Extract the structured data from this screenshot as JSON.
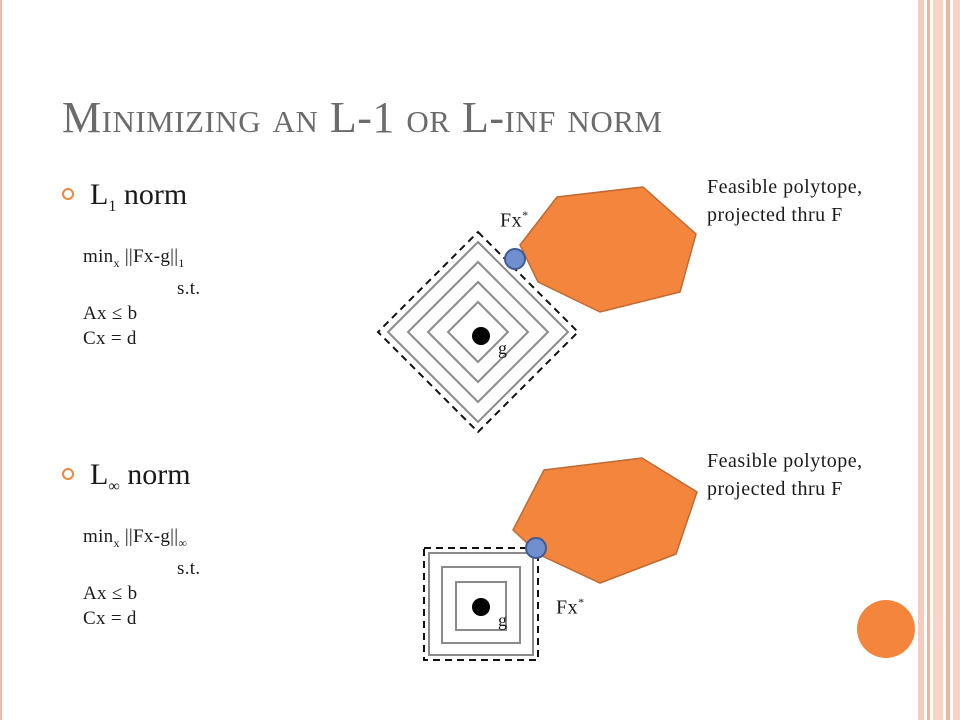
{
  "title": "Minimizing an L-1 or L-inf norm",
  "section1": {
    "bullet_main": "L",
    "bullet_sub": "1",
    "bullet_rest": " norm",
    "formula_line1": "min",
    "formula_sub_x": "x",
    "formula_norm": " ||Fx-g||",
    "formula_norm_sub": "1",
    "formula_st": "s.t.",
    "formula_ineq": "Ax ≤ b",
    "formula_eq": "Cx = d",
    "polytope_label_line1": "Feasible polytope,",
    "polytope_label_line2": "projected thru F",
    "fx_label": "Fx",
    "fx_star": "*",
    "g_label": "g"
  },
  "section2": {
    "bullet_main": "L",
    "bullet_sub": "∞",
    "bullet_rest": " norm",
    "formula_line1": "min",
    "formula_sub_x": "x",
    "formula_norm": " ||Fx-g||",
    "formula_norm_sub": "∞",
    "formula_st": "s.t.",
    "formula_ineq": "Ax ≤ b",
    "formula_eq": "Cx = d",
    "polytope_label_line1": "Feasible polytope,",
    "polytope_label_line2": "projected thru F",
    "fx_label": "Fx",
    "fx_star": "*",
    "g_label": "g"
  },
  "colors": {
    "accent_orange": "#f3853d",
    "point_blue": "#6f8fd1",
    "title_gray": "#6b6b6b",
    "frame_pink": "#f0b9aa"
  }
}
